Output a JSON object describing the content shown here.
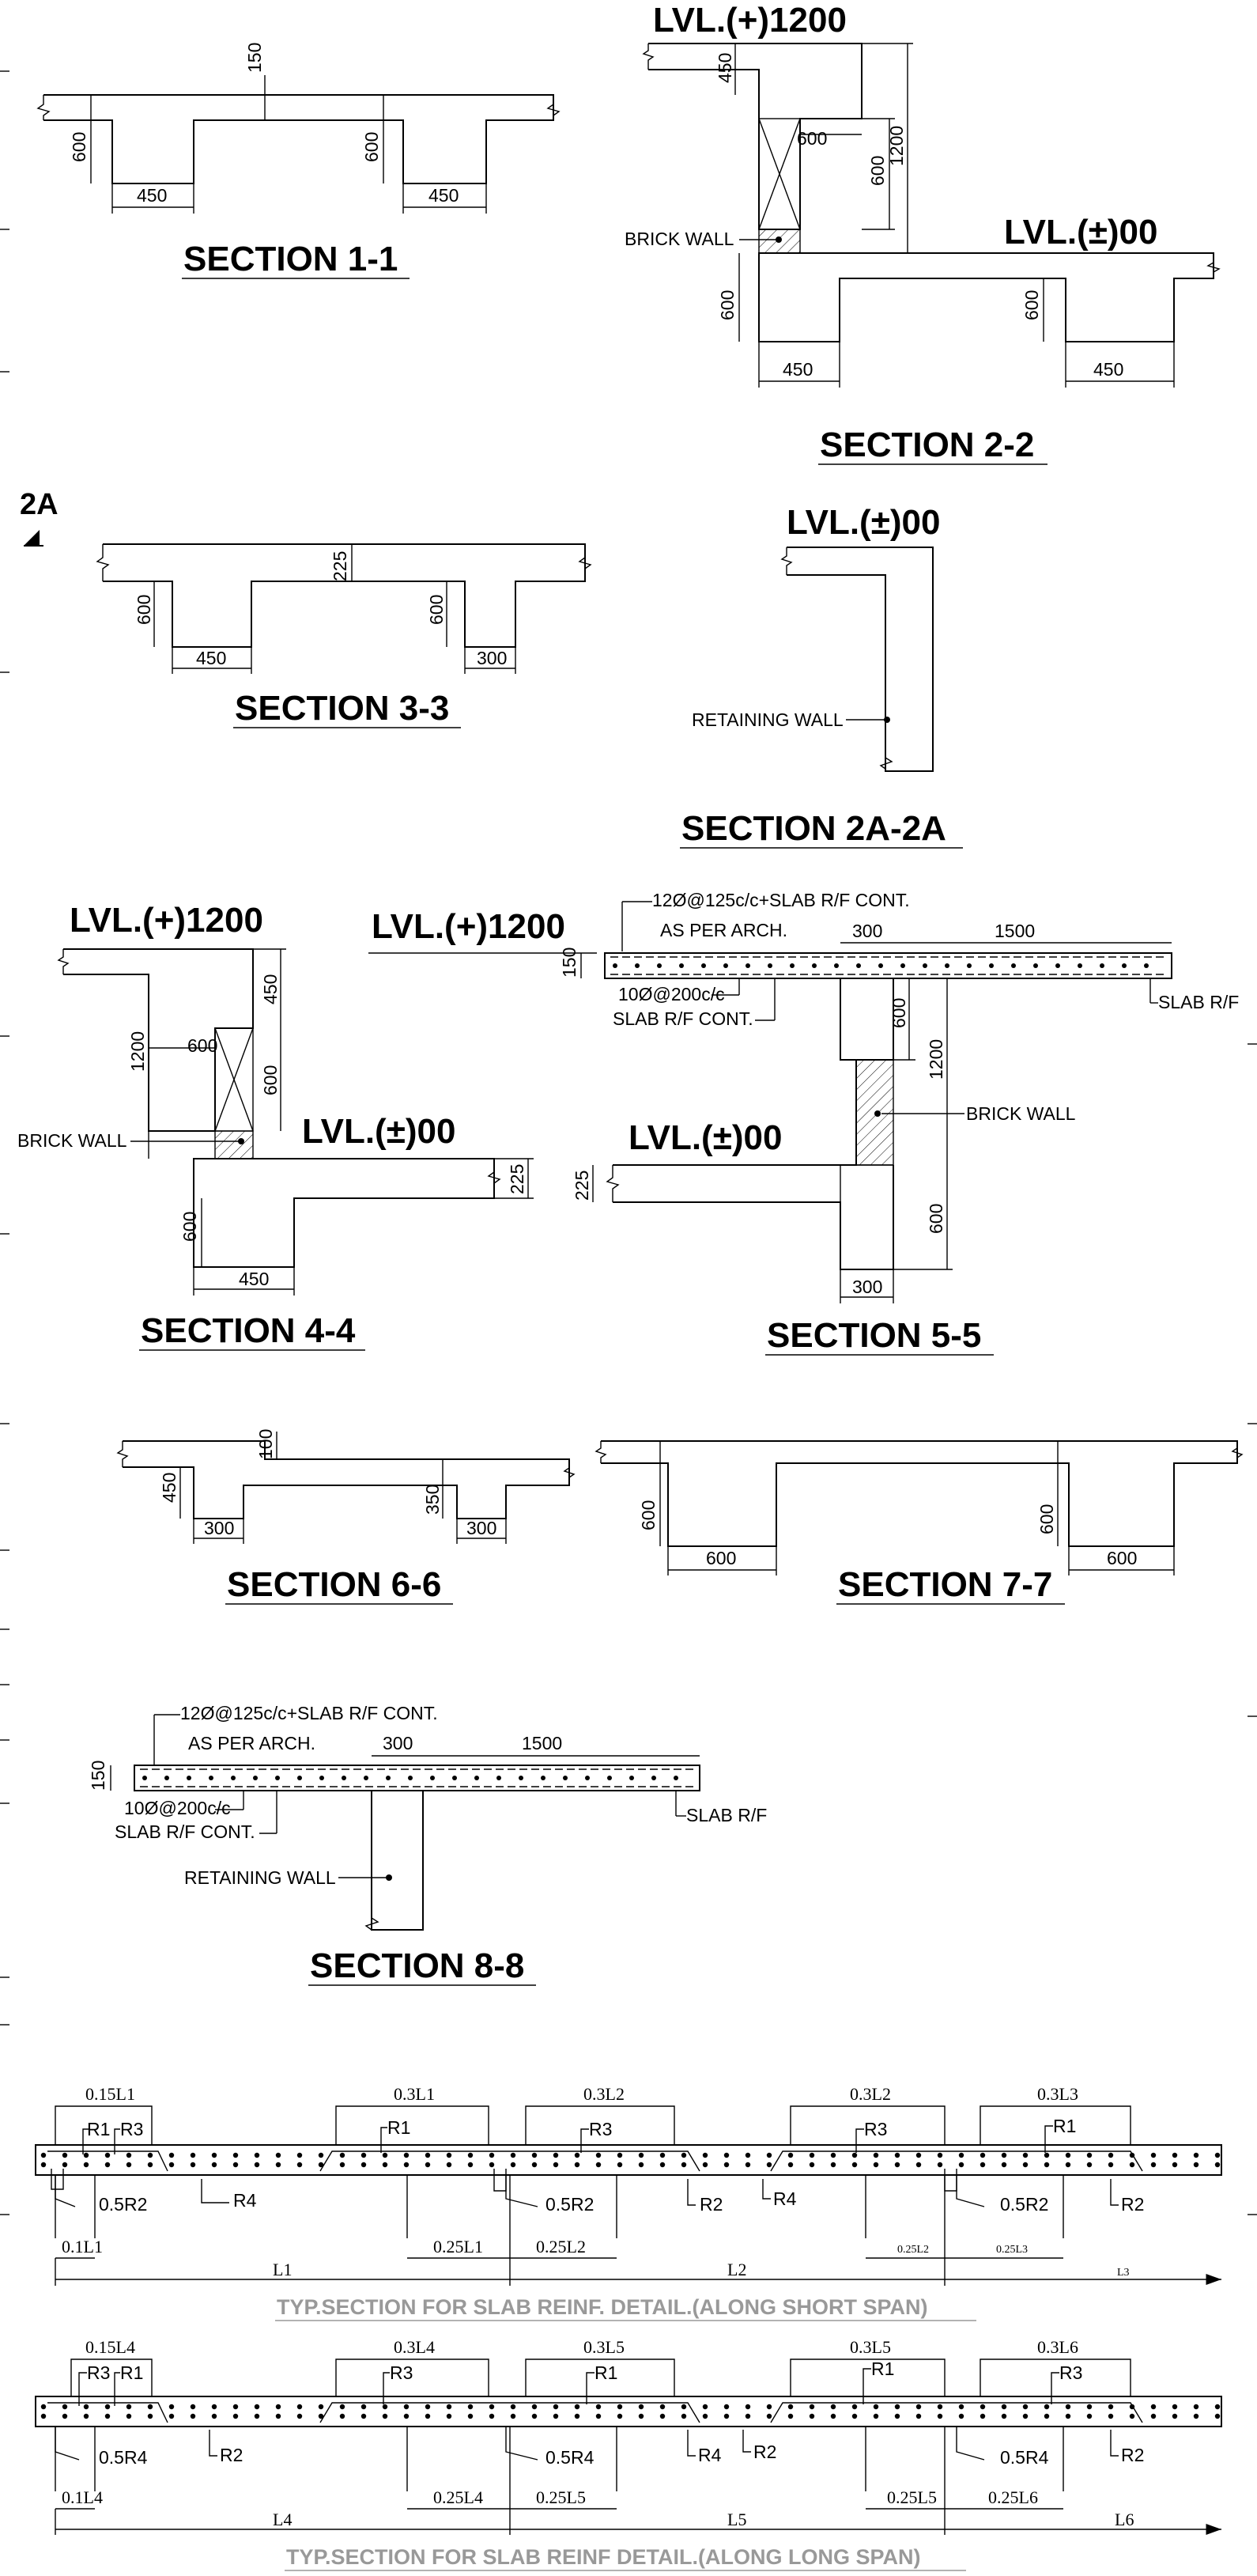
{
  "sections": {
    "s1": {
      "title": "SECTION 1-1",
      "d150": "150",
      "d600a": "600",
      "d600b": "600",
      "d450a": "450",
      "d450b": "450"
    },
    "s2": {
      "title": "SECTION 2-2",
      "lvl_top": "LVL.(+)1200",
      "lvl_bot": "LVL.(±)00",
      "d450": "450",
      "d600a": "600",
      "d600b": "600",
      "d1200": "1200",
      "d600c": "600",
      "d600d": "600",
      "d450a": "450",
      "d450b": "450",
      "brick": "BRICK WALL"
    },
    "s3": {
      "title": "SECTION 3-3",
      "d225": "225",
      "d600a": "600",
      "d600b": "600",
      "d450": "450",
      "d300": "300"
    },
    "s2a": {
      "title": "SECTION 2A-2A",
      "marker": "2A",
      "lvl": "LVL.(±)00",
      "wall": "RETAINING WALL"
    },
    "s4": {
      "title": "SECTION 4-4",
      "lvl_top": "LVL.(+)1200",
      "lvl_bot": "LVL.(±)00",
      "d450": "450",
      "d600a": "600",
      "d600b": "600",
      "d1200": "1200",
      "d225": "225",
      "d600c": "600",
      "d450b": "450",
      "brick": "BRICK WALL"
    },
    "s5": {
      "title": "SECTION 5-5",
      "lvl_top": "LVL.(+)1200",
      "lvl_bot": "LVL.(±)00",
      "bar_top": "12Ø@125c/c+SLAB R/F CONT.",
      "arch": "AS PER ARCH.",
      "d300": "300",
      "d1500": "1500",
      "d150": "150",
      "bar_bot": "10Ø@200c/c",
      "slab_cont": "SLAB R/F CONT.",
      "slab_rf": "SLAB R/F",
      "d600": "600",
      "d1200": "1200",
      "brick": "BRICK WALL",
      "d225": "225",
      "d600b": "600",
      "d300b": "300"
    },
    "s6": {
      "title": "SECTION 6-6",
      "d100": "100",
      "d450": "450",
      "d350": "350",
      "d300a": "300",
      "d300b": "300"
    },
    "s7": {
      "title": "SECTION 7-7",
      "d600a": "600",
      "d600b": "600",
      "d600c": "600",
      "d600d": "600"
    },
    "s8": {
      "title": "SECTION 8-8",
      "bar_top": "12Ø@125c/c+SLAB R/F CONT.",
      "arch": "AS PER ARCH.",
      "d300": "300",
      "d1500": "1500",
      "d150": "150",
      "bar_bot": "10Ø@200c/c",
      "slab_cont": "SLAB R/F CONT.",
      "slab_rf": "SLAB R/F",
      "wall": "RETAINING WALL"
    }
  },
  "typ_short": {
    "title": "TYP.SECTION FOR SLAB REINF. DETAIL.(ALONG SHORT SPAN)",
    "tops": [
      "0.15L1",
      "0.3L1",
      "0.3L2",
      "0.3L2",
      "0.3L3"
    ],
    "r_top": [
      "R1",
      "R3",
      "R1",
      "R3",
      "R3",
      "R1"
    ],
    "r_bot": [
      "0.5R2",
      "R4",
      "0.5R2",
      "R2",
      "R4",
      "0.5R2",
      "R2"
    ],
    "bottoms": [
      "0.1L1",
      "0.25L1",
      "0.25L2",
      "0.25L2",
      "0.25L3"
    ],
    "spans": [
      "L1",
      "L2",
      "L3"
    ]
  },
  "typ_long": {
    "title": "TYP.SECTION FOR SLAB REINF DETAIL.(ALONG LONG SPAN)",
    "tops": [
      "0.15L4",
      "0.3L4",
      "0.3L5",
      "0.3L5",
      "0.3L6"
    ],
    "r_top": [
      "R3",
      "R1",
      "R3",
      "R1",
      "R1",
      "R3"
    ],
    "r_bot": [
      "0.5R4",
      "R2",
      "0.5R4",
      "R4",
      "R2",
      "0.5R4",
      "R2"
    ],
    "bottoms": [
      "0.1L4",
      "0.25L4",
      "0.25L5",
      "0.25L5",
      "0.25L6"
    ],
    "spans": [
      "L4",
      "L5",
      "L6"
    ]
  }
}
